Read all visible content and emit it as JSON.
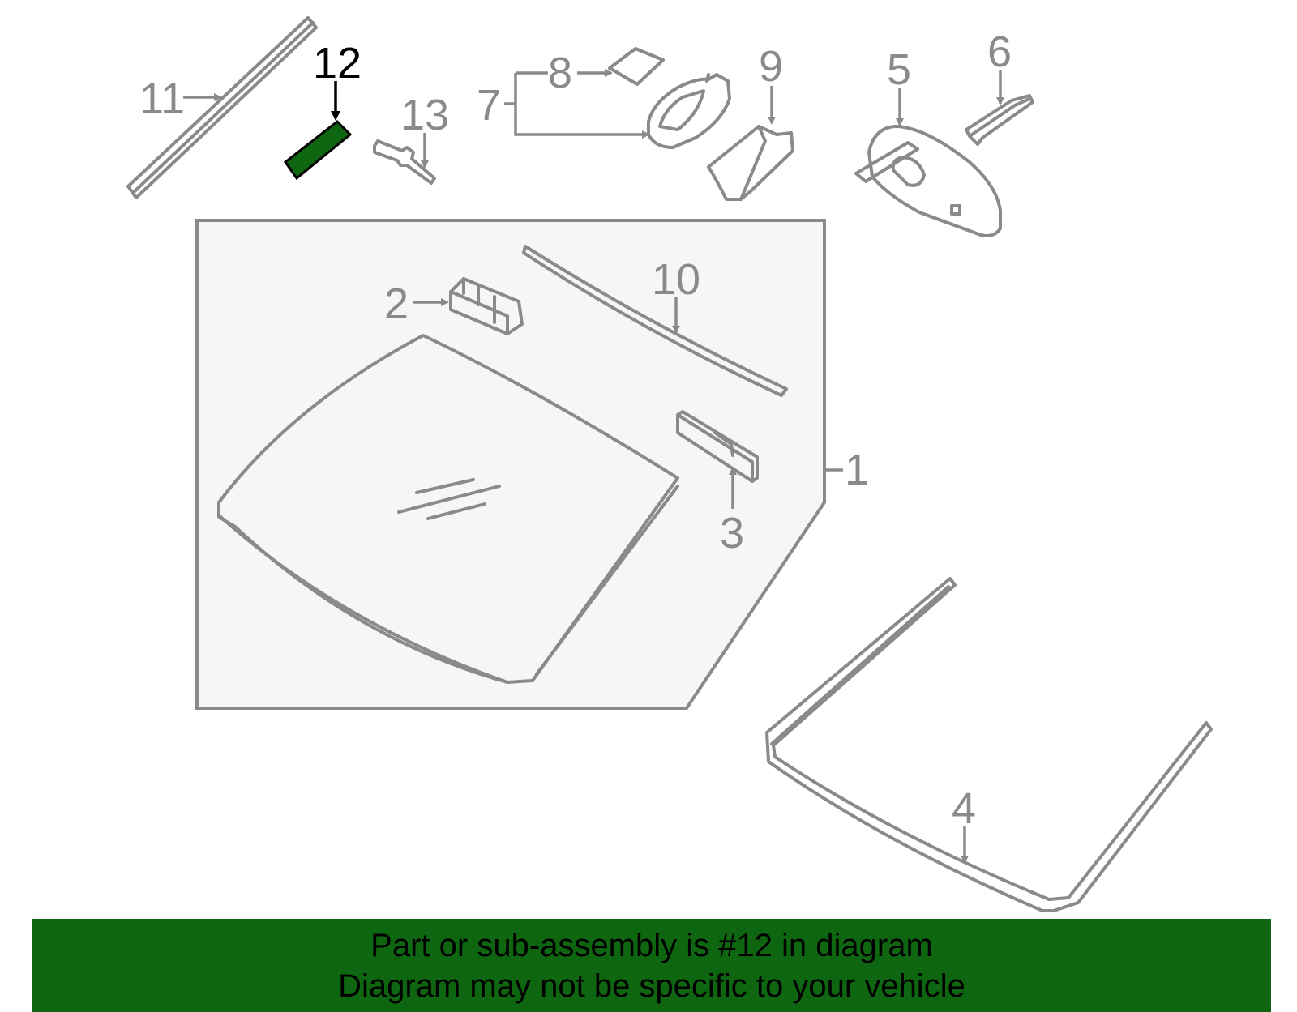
{
  "callouts": {
    "c1": "1",
    "c2": "2",
    "c3": "3",
    "c4": "4",
    "c5": "5",
    "c6": "6",
    "c7": "7",
    "c8": "8",
    "c9": "9",
    "c10": "10",
    "c11": "11",
    "c12": "12",
    "c13": "13"
  },
  "highlight": {
    "part": "12",
    "color": "#0f6610"
  },
  "banner": {
    "line1": "Part or sub-assembly is #12 in diagram",
    "line2": "Diagram may not be specific to your vehicle",
    "color": "#0f6610"
  },
  "colors": {
    "line": "#8a8a8a",
    "panel": "#f6f6f6",
    "active_label": "#000000"
  }
}
